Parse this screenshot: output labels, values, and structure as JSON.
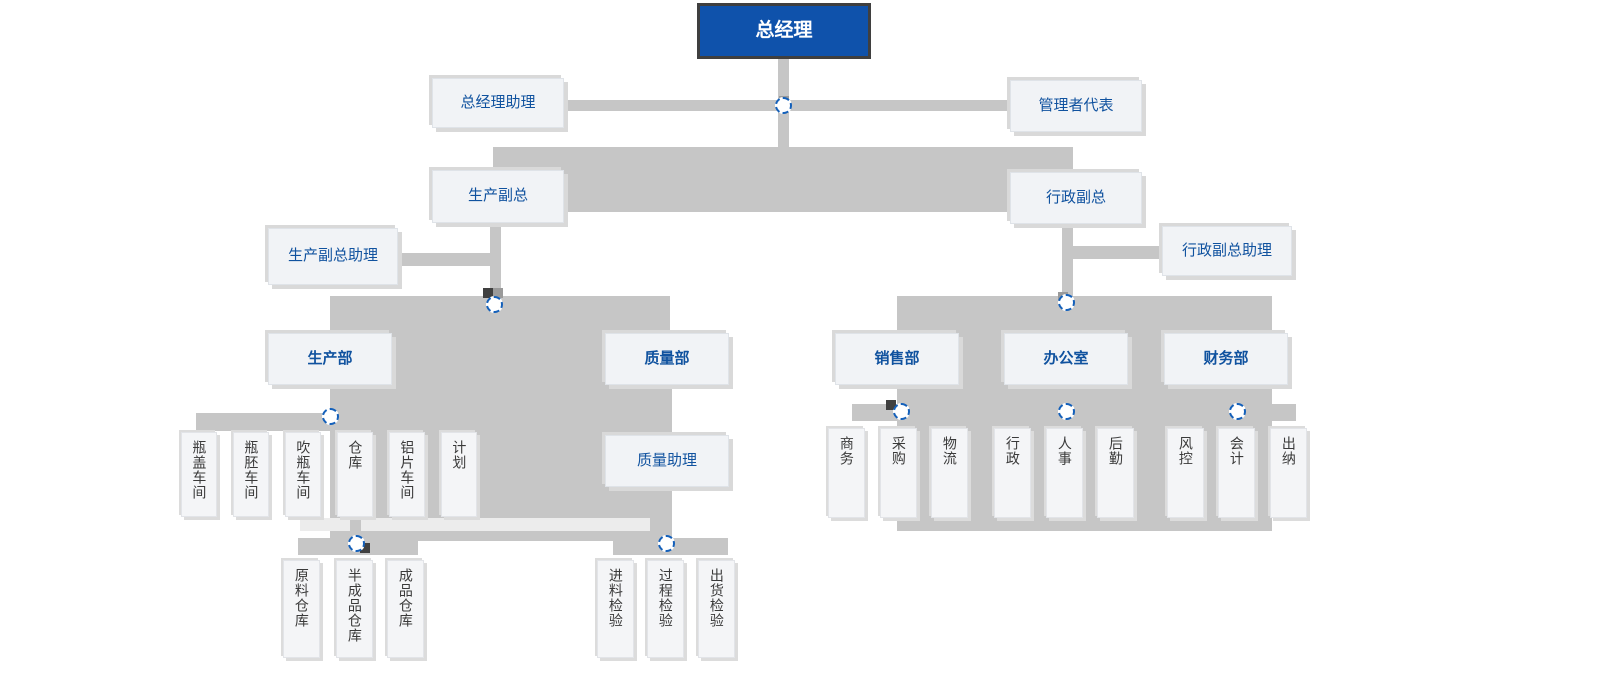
{
  "chart_title": "",
  "theme": {
    "root_fill": "#0f52ab",
    "root_text": "#ffffff",
    "root_border": "#3f3f3f",
    "node_fill": "#f1f3f6",
    "node_text": "#10529f",
    "node_border": "#dfe3e8",
    "leaf_text": "#3a3a3a",
    "connector": "#c6c6c6",
    "handle_border": "#1460ba",
    "canvas": "#ffffff"
  },
  "nodes": {
    "root": {
      "label": "总经理"
    },
    "gm_assistant": {
      "label": "总经理助理"
    },
    "mgmt_rep": {
      "label": "管理者代表"
    },
    "prod_vp": {
      "label": "生产副总"
    },
    "admin_vp": {
      "label": "行政副总"
    },
    "prod_vp_assistant": {
      "label": "生产副总助理"
    },
    "admin_vp_assistant": {
      "label": "行政副总助理"
    },
    "prod_dept": {
      "label": "生产部"
    },
    "quality_dept": {
      "label": "质量部"
    },
    "sales_dept": {
      "label": "销售部"
    },
    "office_dept": {
      "label": "办公室"
    },
    "finance_dept": {
      "label": "财务部"
    },
    "quality_assistant": {
      "label": "质量助理"
    }
  },
  "production_children": [
    {
      "label": "瓶盖车间"
    },
    {
      "label": "瓶胚车间"
    },
    {
      "label": "吹瓶车间"
    },
    {
      "label": "仓库"
    },
    {
      "label": "铝片车间"
    },
    {
      "label": "计划"
    }
  ],
  "warehouse_children": [
    {
      "label": "原料仓库"
    },
    {
      "label": "半成品仓库"
    },
    {
      "label": "成品仓库"
    }
  ],
  "quality_children": [
    {
      "label": "进料检验"
    },
    {
      "label": "过程检验"
    },
    {
      "label": "出货检验"
    }
  ],
  "sales_children": [
    {
      "label": "商务"
    },
    {
      "label": "采购"
    },
    {
      "label": "物流"
    }
  ],
  "office_children": [
    {
      "label": "行政"
    },
    {
      "label": "人事"
    },
    {
      "label": "后勤"
    }
  ],
  "finance_children": [
    {
      "label": "风控"
    },
    {
      "label": "会计"
    },
    {
      "label": "出纳"
    }
  ]
}
